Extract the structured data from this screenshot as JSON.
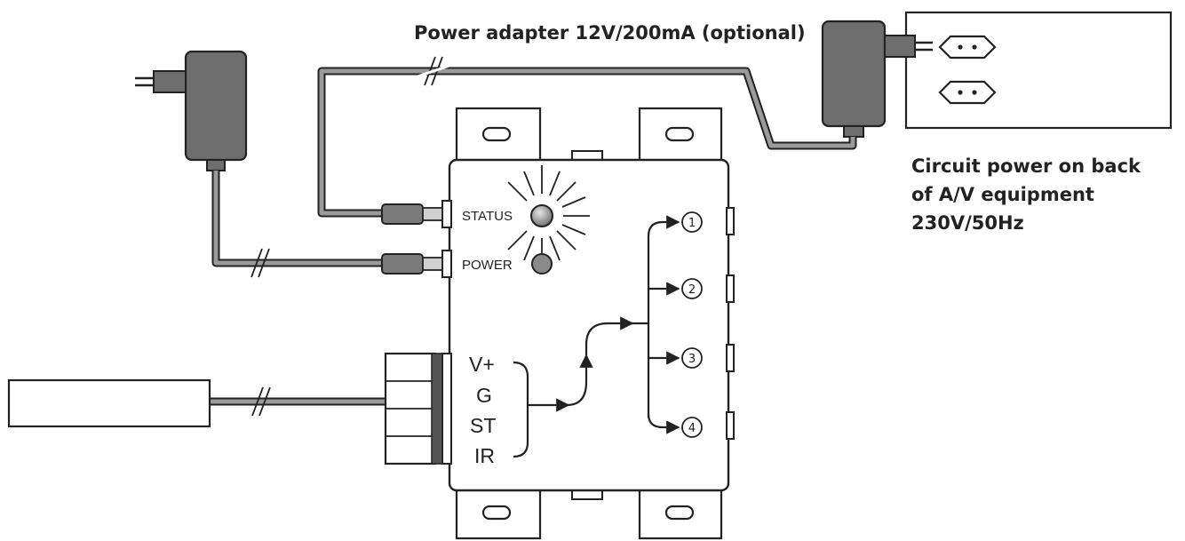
{
  "labels": {
    "adapter_caption": "Power adapter 12V/200mA (optional)",
    "circuit_line1": "Circuit power on back",
    "circuit_line2": "of A/V equipment",
    "circuit_line3": "230V/50Hz"
  },
  "device": {
    "status_label": "STATUS",
    "power_label": "POWER"
  },
  "pins": [
    "V+",
    "G",
    "ST",
    "IR"
  ],
  "outputs": [
    "1",
    "2",
    "3",
    "4"
  ],
  "colors": {
    "line": "#222222",
    "adapter_fill": "#6e6e6e",
    "led_fill": "#8a8a8a",
    "background": "#ffffff"
  }
}
